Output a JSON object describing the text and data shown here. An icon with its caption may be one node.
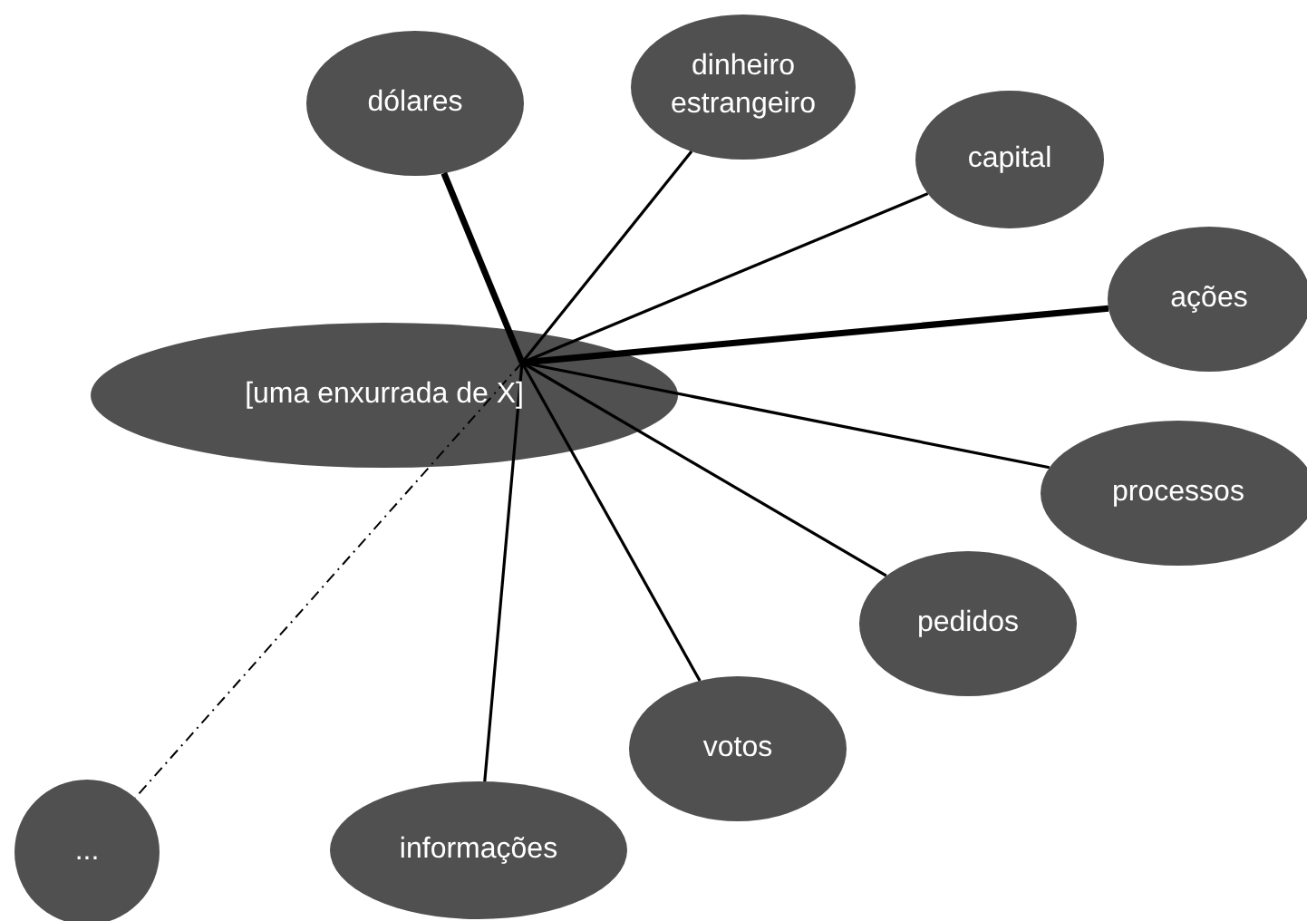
{
  "diagram": {
    "nodes": [
      {
        "text": [
          "[uma enxurrada de X]"
        ]
      },
      {
        "text": [
          "dólares"
        ]
      },
      {
        "text": [
          "dinheiro estrangeiro"
        ]
      },
      {
        "text": [
          "capital"
        ]
      },
      {
        "text": [
          "ações"
        ]
      },
      {
        "text": [
          "processos"
        ]
      },
      {
        "text": [
          "pedidos"
        ]
      },
      {
        "text": [
          "votos"
        ]
      },
      {
        "text": [
          "informações"
        ]
      },
      {
        "text": [
          "..."
        ]
      }
    ],
    "edges": [
      {
        "from": 0,
        "to": 1,
        "arrow": "none",
        "style": "thick"
      },
      {
        "from": 0,
        "to": 2,
        "arrow": "none"
      },
      {
        "from": 0,
        "to": 3,
        "arrow": "none"
      },
      {
        "from": 0,
        "to": 4,
        "arrow": "none",
        "style": "thick"
      },
      {
        "from": 0,
        "to": 5,
        "arrow": "none"
      },
      {
        "from": 0,
        "to": 6,
        "arrow": "none"
      },
      {
        "from": 0,
        "to": 7,
        "arrow": "none"
      },
      {
        "from": 0,
        "to": 8,
        "arrow": "none"
      },
      {
        "from": 0,
        "to": 9,
        "arrow": "none",
        "style": "dashed"
      }
    ]
  }
}
